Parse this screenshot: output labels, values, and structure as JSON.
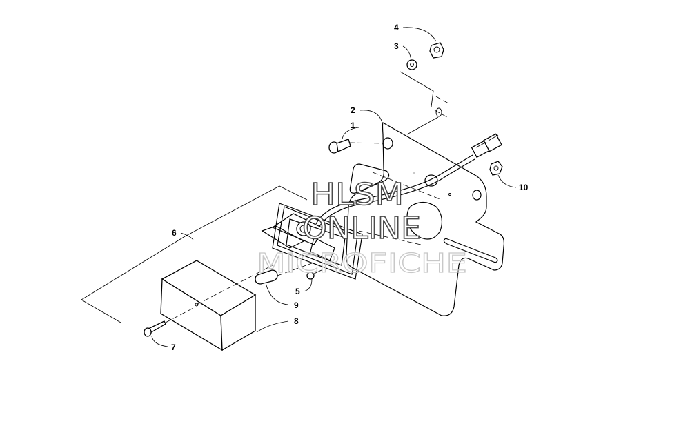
{
  "callouts": [
    {
      "id": "1",
      "label": "1"
    },
    {
      "id": "2",
      "label": "2"
    },
    {
      "id": "3",
      "label": "3"
    },
    {
      "id": "4",
      "label": "4"
    },
    {
      "id": "5",
      "label": "5"
    },
    {
      "id": "6",
      "label": "6"
    },
    {
      "id": "7",
      "label": "7"
    },
    {
      "id": "8",
      "label": "8"
    },
    {
      "id": "9",
      "label": "9"
    },
    {
      "id": "10",
      "label": "10"
    }
  ],
  "watermark": {
    "line1": "HLSM",
    "line2": "ONLINE",
    "line3": "MICROFICHE"
  }
}
